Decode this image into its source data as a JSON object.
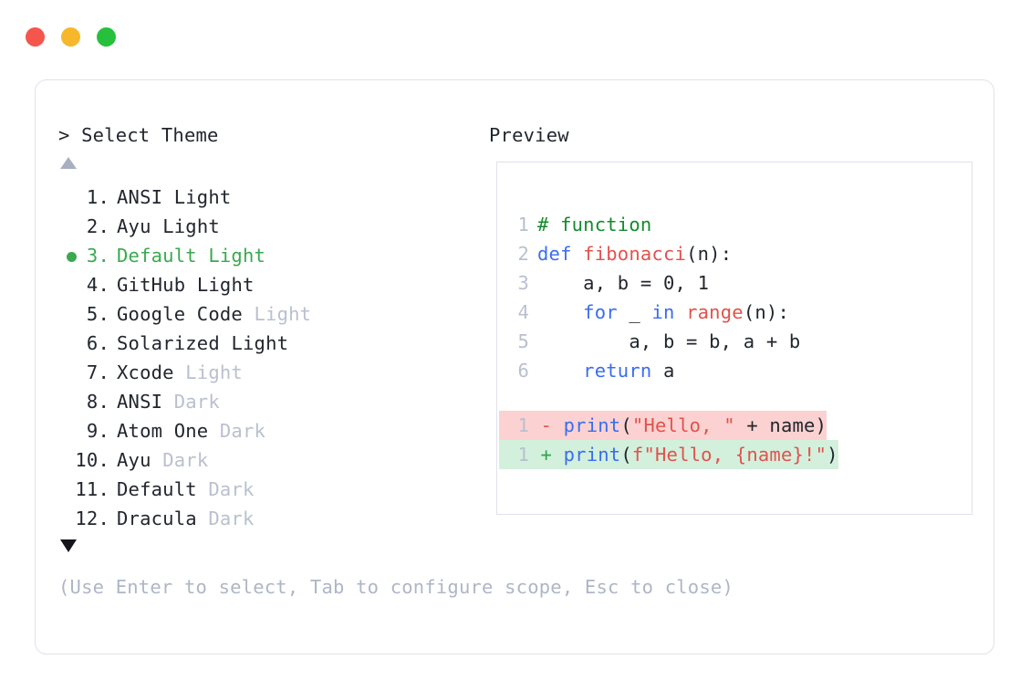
{
  "window": {
    "dots": [
      {
        "name": "close",
        "color": "#f4564c"
      },
      {
        "name": "minimize",
        "color": "#f6b72a"
      },
      {
        "name": "maximize",
        "color": "#27c03c"
      }
    ]
  },
  "prompt": {
    "marker": "> ",
    "title": "Select Theme"
  },
  "preview": {
    "header": "Preview"
  },
  "scroll": {
    "up_glyph": "▲",
    "down_glyph": "▼"
  },
  "selection": {
    "selected_index": 3,
    "accent_color": "#3aa94f"
  },
  "themes": [
    {
      "index": "1.",
      "name": "ANSI",
      "variant": "Light",
      "variant_muted": false,
      "selected": false
    },
    {
      "index": "2.",
      "name": "Ayu",
      "variant": "Light",
      "variant_muted": false,
      "selected": false
    },
    {
      "index": "3.",
      "name": "Default",
      "variant": "Light",
      "variant_muted": false,
      "selected": true
    },
    {
      "index": "4.",
      "name": "GitHub",
      "variant": "Light",
      "variant_muted": false,
      "selected": false
    },
    {
      "index": "5.",
      "name": "Google Code",
      "variant": "Light",
      "variant_muted": true,
      "selected": false
    },
    {
      "index": "6.",
      "name": "Solarized",
      "variant": "Light",
      "variant_muted": false,
      "selected": false
    },
    {
      "index": "7.",
      "name": "Xcode",
      "variant": "Light",
      "variant_muted": true,
      "selected": false
    },
    {
      "index": "8.",
      "name": "ANSI",
      "variant": "Dark",
      "variant_muted": true,
      "selected": false
    },
    {
      "index": "9.",
      "name": "Atom One",
      "variant": "Dark",
      "variant_muted": true,
      "selected": false
    },
    {
      "index": "10.",
      "name": "Ayu",
      "variant": "Dark",
      "variant_muted": true,
      "selected": false
    },
    {
      "index": "11.",
      "name": "Default",
      "variant": "Dark",
      "variant_muted": true,
      "selected": false
    },
    {
      "index": "12.",
      "name": "Dracula",
      "variant": "Dark",
      "variant_muted": true,
      "selected": false
    }
  ],
  "code": {
    "lines": [
      {
        "number": "1",
        "tokens": [
          {
            "t": "# function",
            "c": "comment"
          }
        ]
      },
      {
        "number": "2",
        "tokens": [
          {
            "t": "def ",
            "c": "keyword"
          },
          {
            "t": "fibonacci",
            "c": "func"
          },
          {
            "t": "(n):",
            "c": "plain"
          }
        ]
      },
      {
        "number": "3",
        "tokens": [
          {
            "t": "    a, b = 0, 1",
            "c": "plain"
          }
        ]
      },
      {
        "number": "4",
        "tokens": [
          {
            "t": "    ",
            "c": "plain"
          },
          {
            "t": "for",
            "c": "keyword"
          },
          {
            "t": " _ ",
            "c": "plain"
          },
          {
            "t": "in",
            "c": "keyword"
          },
          {
            "t": " ",
            "c": "plain"
          },
          {
            "t": "range",
            "c": "func"
          },
          {
            "t": "(n):",
            "c": "plain"
          }
        ]
      },
      {
        "number": "5",
        "tokens": [
          {
            "t": "        a, b = b, a + b",
            "c": "plain"
          }
        ]
      },
      {
        "number": "6",
        "tokens": [
          {
            "t": "    ",
            "c": "plain"
          },
          {
            "t": "return",
            "c": "keyword"
          },
          {
            "t": " a",
            "c": "plain"
          }
        ]
      }
    ]
  },
  "diff": {
    "lines": [
      {
        "number": "1",
        "marker": "-",
        "kind": "removed",
        "tokens": [
          {
            "t": "print",
            "c": "keyword"
          },
          {
            "t": "(",
            "c": "plain"
          },
          {
            "t": "\"Hello, \"",
            "c": "string"
          },
          {
            "t": " + name)",
            "c": "plain"
          }
        ]
      },
      {
        "number": "1",
        "marker": "+",
        "kind": "added",
        "tokens": [
          {
            "t": "print",
            "c": "keyword"
          },
          {
            "t": "(",
            "c": "plain"
          },
          {
            "t": "f\"Hello, {name}!\"",
            "c": "string"
          },
          {
            "t": ")",
            "c": "plain"
          }
        ]
      }
    ]
  },
  "footer": {
    "hint": "(Use Enter to select, Tab to configure scope, Esc to close)"
  },
  "palette": {
    "comment": "#148a2c",
    "keyword": "#3a6df0",
    "function": "#e2524c",
    "string": "#e2524c",
    "plain": "#22262e",
    "muted": "#b9c0cf",
    "diff_removed_bg": "#fbd2d1",
    "diff_added_bg": "#d2f0dc"
  }
}
